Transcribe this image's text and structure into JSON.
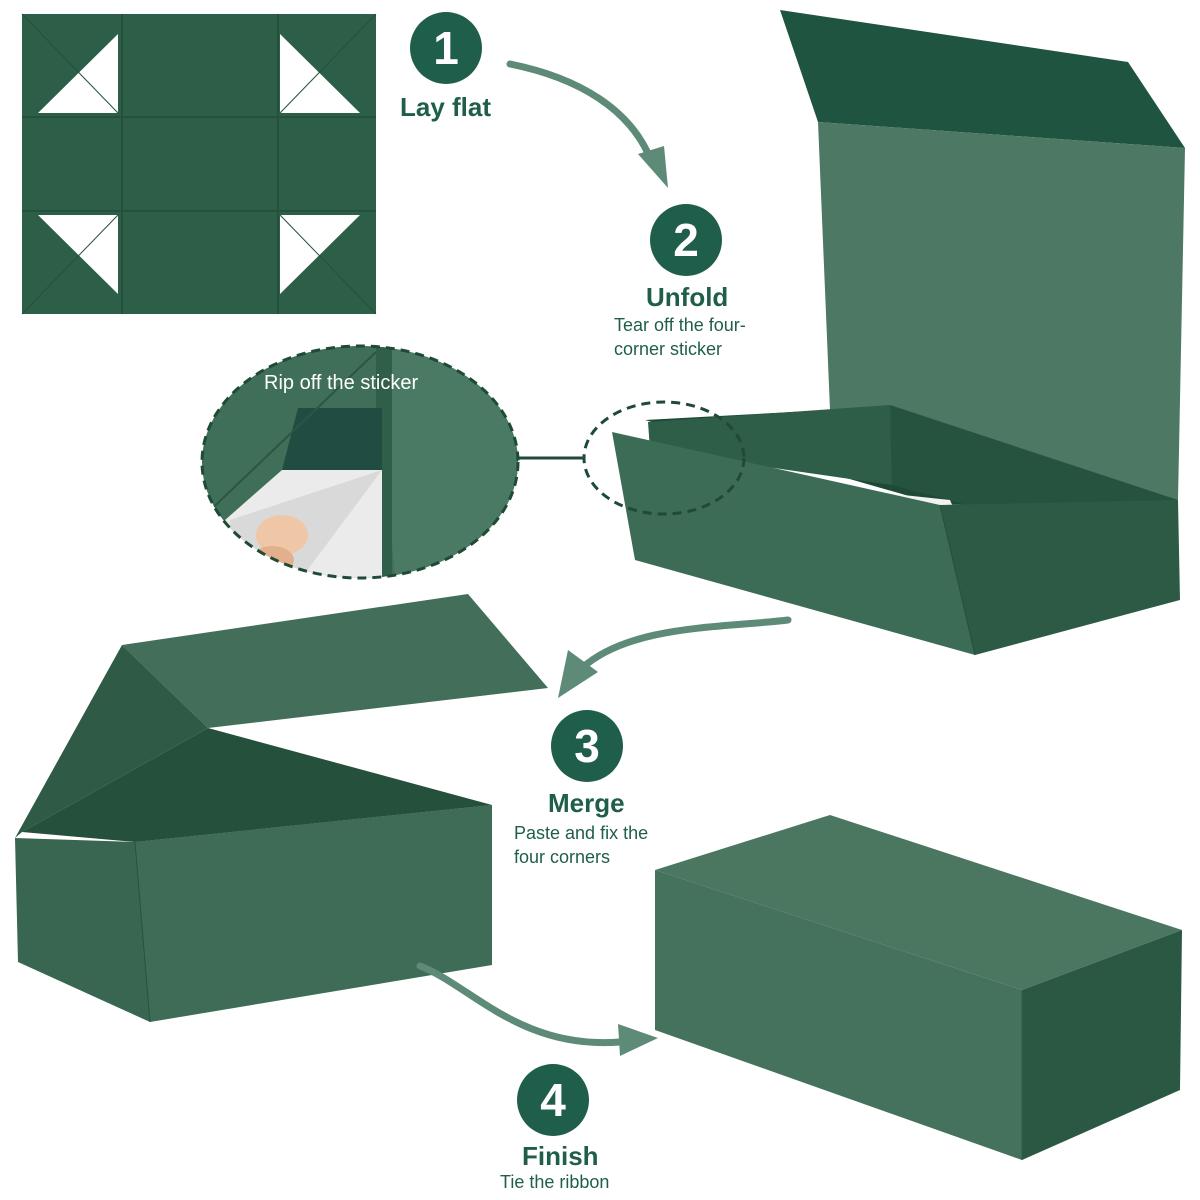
{
  "colors": {
    "accent": "#1f5e4a",
    "box_dark": "#2c5a45",
    "box_mid": "#3d6c56",
    "box_light": "#4d7862",
    "box_deep": "#1e4a35",
    "arrow": "#5e8a78",
    "text": "#1f5e4a"
  },
  "steps": [
    {
      "number": "1",
      "title": "Lay flat",
      "desc1": "",
      "desc2": ""
    },
    {
      "number": "2",
      "title": "Unfold",
      "desc1": "Tear off the four-",
      "desc2": "corner sticker"
    },
    {
      "number": "3",
      "title": "Merge",
      "desc1": "Paste and fix the",
      "desc2": "four corners"
    },
    {
      "number": "4",
      "title": "Finish",
      "desc1": "Tie the ribbon",
      "desc2": ""
    }
  ],
  "callout": {
    "label": "Rip off the sticker"
  }
}
